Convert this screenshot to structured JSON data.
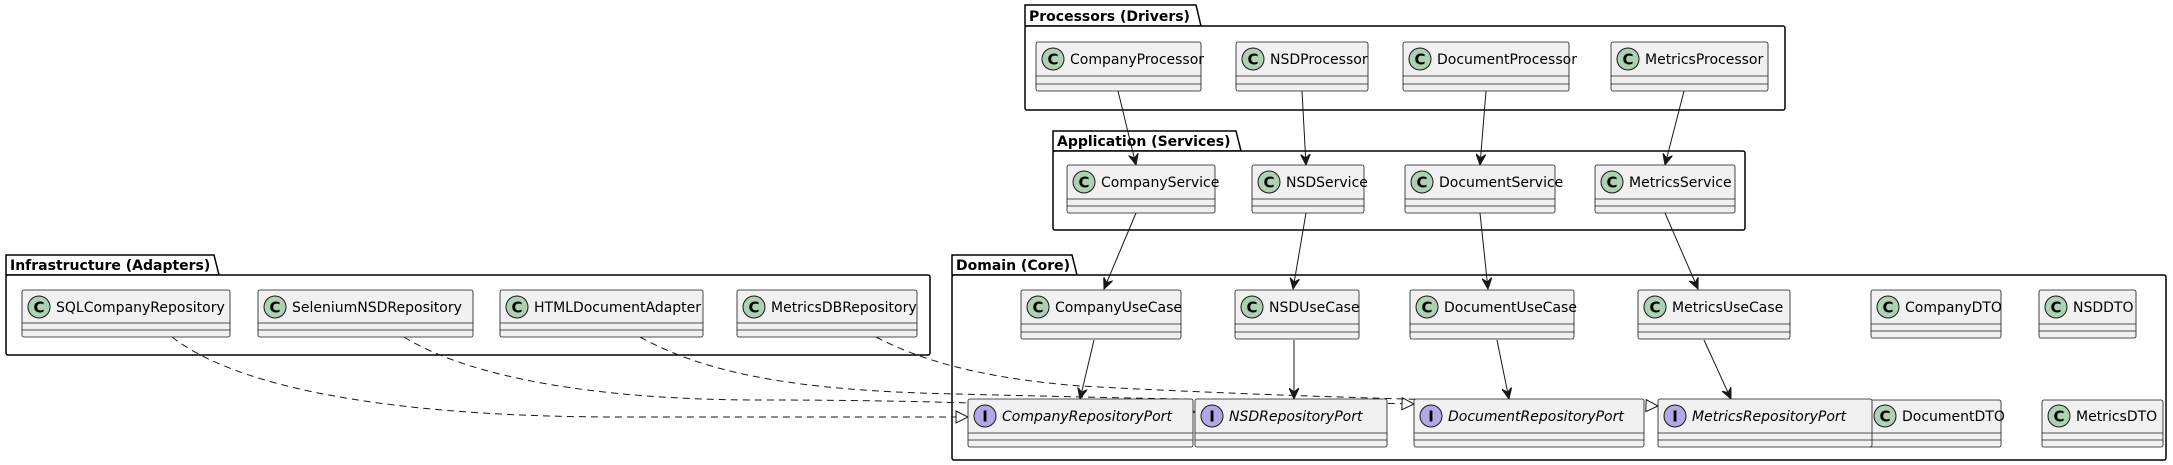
{
  "packages": {
    "processors": {
      "title": "Processors (Drivers)"
    },
    "application": {
      "title": "Application (Services)"
    },
    "infrastructure": {
      "title": "Infrastructure (Adapters)"
    },
    "domain": {
      "title": "Domain (Core)"
    }
  },
  "classes": {
    "company_processor": {
      "label": "CompanyProcessor",
      "kind": "C"
    },
    "nsd_processor": {
      "label": "NSDProcessor",
      "kind": "C"
    },
    "document_processor": {
      "label": "DocumentProcessor",
      "kind": "C"
    },
    "metrics_processor": {
      "label": "MetricsProcessor",
      "kind": "C"
    },
    "company_service": {
      "label": "CompanyService",
      "kind": "C"
    },
    "nsd_service": {
      "label": "NSDService",
      "kind": "C"
    },
    "document_service": {
      "label": "DocumentService",
      "kind": "C"
    },
    "metrics_service": {
      "label": "MetricsService",
      "kind": "C"
    },
    "sql_company_repository": {
      "label": "SQLCompanyRepository",
      "kind": "C"
    },
    "selenium_nsd_repository": {
      "label": "SeleniumNSDRepository",
      "kind": "C"
    },
    "html_document_adapter": {
      "label": "HTMLDocumentAdapter",
      "kind": "C"
    },
    "metrics_db_repository": {
      "label": "MetricsDBRepository",
      "kind": "C"
    },
    "company_use_case": {
      "label": "CompanyUseCase",
      "kind": "C"
    },
    "nsd_use_case": {
      "label": "NSDUseCase",
      "kind": "C"
    },
    "document_use_case": {
      "label": "DocumentUseCase",
      "kind": "C"
    },
    "metrics_use_case": {
      "label": "MetricsUseCase",
      "kind": "C"
    },
    "company_dto": {
      "label": "CompanyDTO",
      "kind": "C"
    },
    "nsd_dto": {
      "label": "NSDDTO",
      "kind": "C"
    },
    "document_dto": {
      "label": "DocumentDTO",
      "kind": "C"
    },
    "metrics_dto": {
      "label": "MetricsDTO",
      "kind": "C"
    },
    "company_repository_port": {
      "label": "CompanyRepositoryPort",
      "kind": "I"
    },
    "nsd_repository_port": {
      "label": "NSDRepositoryPort",
      "kind": "I"
    },
    "document_repository_port": {
      "label": "DocumentRepositoryPort",
      "kind": "I"
    },
    "metrics_repository_port": {
      "label": "MetricsRepositoryPort",
      "kind": "I"
    }
  },
  "relations": [
    {
      "from": "company_processor",
      "to": "company_service",
      "type": "dependency"
    },
    {
      "from": "nsd_processor",
      "to": "nsd_service",
      "type": "dependency"
    },
    {
      "from": "document_processor",
      "to": "document_service",
      "type": "dependency"
    },
    {
      "from": "metrics_processor",
      "to": "metrics_service",
      "type": "dependency"
    },
    {
      "from": "company_service",
      "to": "company_use_case",
      "type": "dependency"
    },
    {
      "from": "nsd_service",
      "to": "nsd_use_case",
      "type": "dependency"
    },
    {
      "from": "document_service",
      "to": "document_use_case",
      "type": "dependency"
    },
    {
      "from": "metrics_service",
      "to": "metrics_use_case",
      "type": "dependency"
    },
    {
      "from": "company_use_case",
      "to": "company_repository_port",
      "type": "dependency"
    },
    {
      "from": "nsd_use_case",
      "to": "nsd_repository_port",
      "type": "dependency"
    },
    {
      "from": "document_use_case",
      "to": "document_repository_port",
      "type": "dependency"
    },
    {
      "from": "metrics_use_case",
      "to": "metrics_repository_port",
      "type": "dependency"
    },
    {
      "from": "sql_company_repository",
      "to": "company_repository_port",
      "type": "realization"
    },
    {
      "from": "selenium_nsd_repository",
      "to": "nsd_repository_port",
      "type": "realization"
    },
    {
      "from": "html_document_adapter",
      "to": "document_repository_port",
      "type": "realization"
    },
    {
      "from": "metrics_db_repository",
      "to": "metrics_repository_port",
      "type": "realization"
    }
  ]
}
